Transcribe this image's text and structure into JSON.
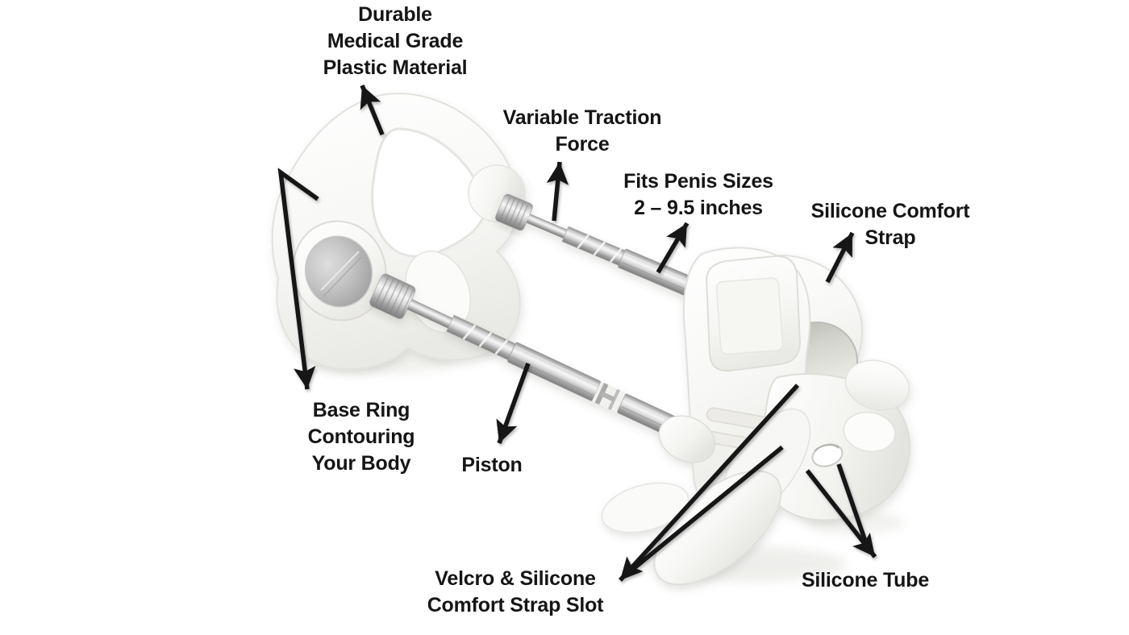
{
  "diagram": {
    "background": "#ffffff",
    "colors": {
      "arrow": "#151515",
      "label_text": "#151515",
      "device_white": "#fcfcfb",
      "device_outline": "#e2e2de",
      "metal_light": "#f5f5f5",
      "metal_dark": "#8f8f8f"
    },
    "labels": {
      "durable": {
        "text": "Durable\nMedical Grade\nPlastic Material"
      },
      "traction": {
        "text": "Variable Traction\nForce"
      },
      "fits": {
        "text": "Fits Penis Sizes\n2 – 9.5 inches"
      },
      "strap": {
        "text": "Silicone Comfort\nStrap"
      },
      "base_ring": {
        "text": "Base Ring\nContouring\nYour Body"
      },
      "piston": {
        "text": "Piston"
      },
      "velcro": {
        "text": "Velcro & Silicone\nComfort Strap Slot"
      },
      "tube": {
        "text": "Silicone Tube"
      }
    }
  }
}
